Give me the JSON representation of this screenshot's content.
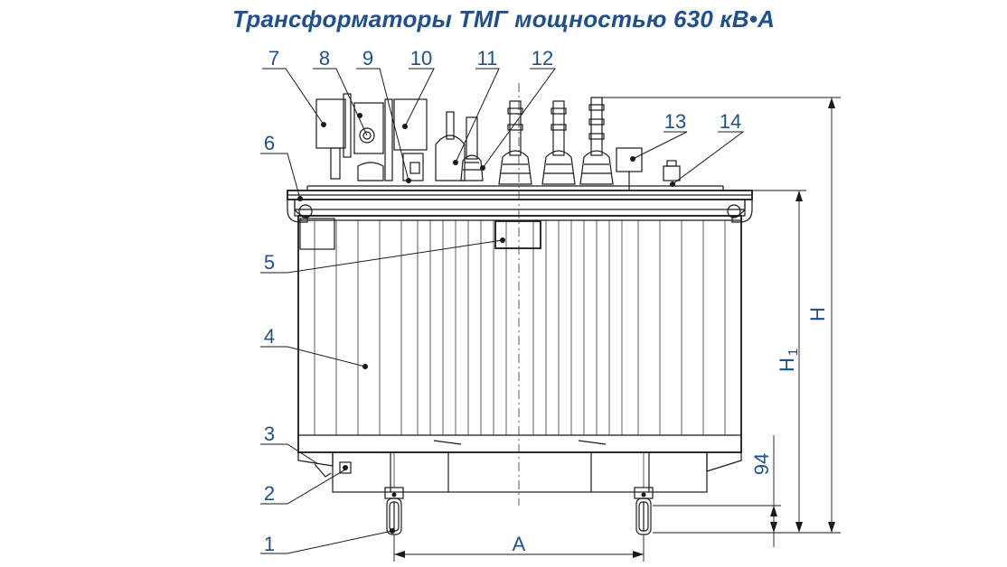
{
  "title": "Трансформаторы ТМГ мощностью 630 кВ•А",
  "callouts": [
    {
      "label": "1"
    },
    {
      "label": "2"
    },
    {
      "label": "3"
    },
    {
      "label": "4"
    },
    {
      "label": "5"
    },
    {
      "label": "6"
    },
    {
      "label": "7"
    },
    {
      "label": "8"
    },
    {
      "label": "9"
    },
    {
      "label": "10"
    },
    {
      "label": "11"
    },
    {
      "label": "12"
    },
    {
      "label": "13"
    },
    {
      "label": "14"
    }
  ],
  "dimensions": {
    "A": "A",
    "H": "H",
    "H1_main": "H",
    "H1_sub": "1",
    "d94": "94"
  },
  "colors": {
    "accent": "#1d4f91",
    "line": "#1a1a1a"
  }
}
